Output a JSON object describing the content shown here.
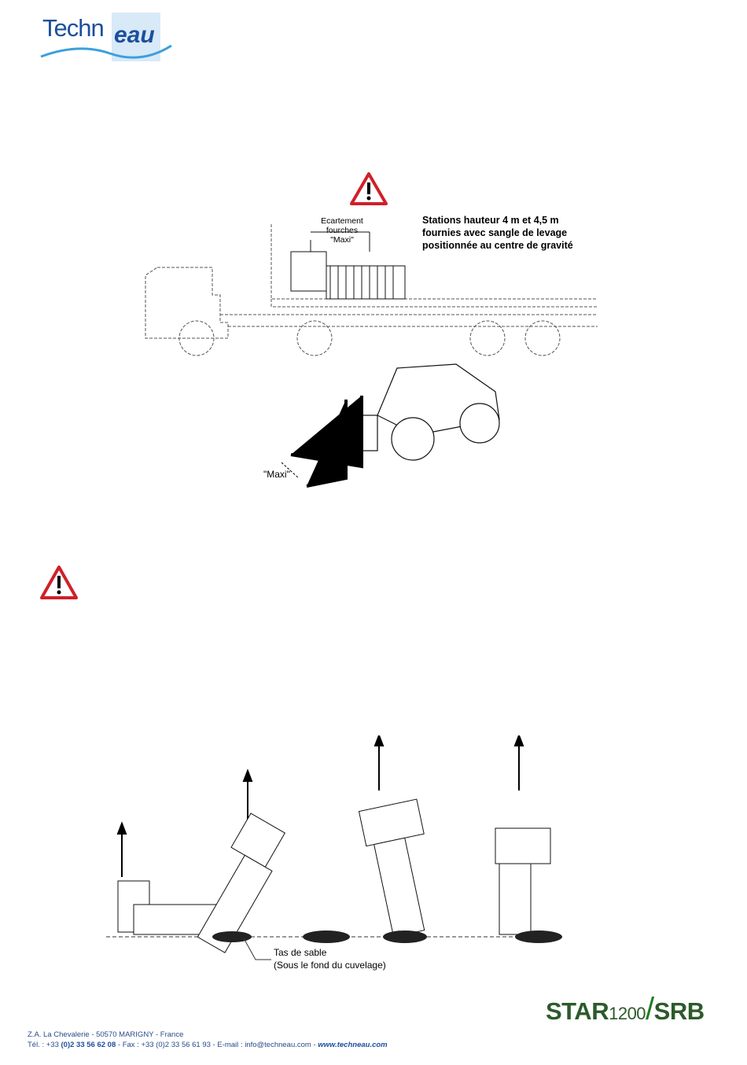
{
  "header": {
    "logo_text_1": "Techn",
    "logo_text_2": "eau"
  },
  "figure1": {
    "fork_label_lines": [
      "Ecartement",
      "fourches",
      "\"Maxi\""
    ],
    "note_lines": [
      "Stations hauteur 4 m et 4,5 m",
      "fournies avec sangle de levage",
      "positionnée au centre de gravité"
    ],
    "maxi_label": "\"Maxi\""
  },
  "figure2": {
    "sand_label": "Tas de sable",
    "sand_sublabel": "(Sous le fond du cuvelage)"
  },
  "footer": {
    "brand_star": "STAR",
    "brand_num": "1200",
    "brand_slash": "/",
    "brand_srb": "SRB",
    "address": "Z.A. La Chevalerie - 50570 MARIGNY - France",
    "tel_prefix": "Tél. : +33 ",
    "tel_number": "(0)2 33 56 62 08",
    "contact_rest": " - Fax : +33 (0)2 33 56 61 93 - E-mail : info@techneau.com - ",
    "website": "www.techneau.com"
  },
  "colors": {
    "brand_blue": "#1c4f9c",
    "warning_red": "#d0202a",
    "star_green": "#2d5a2a"
  }
}
